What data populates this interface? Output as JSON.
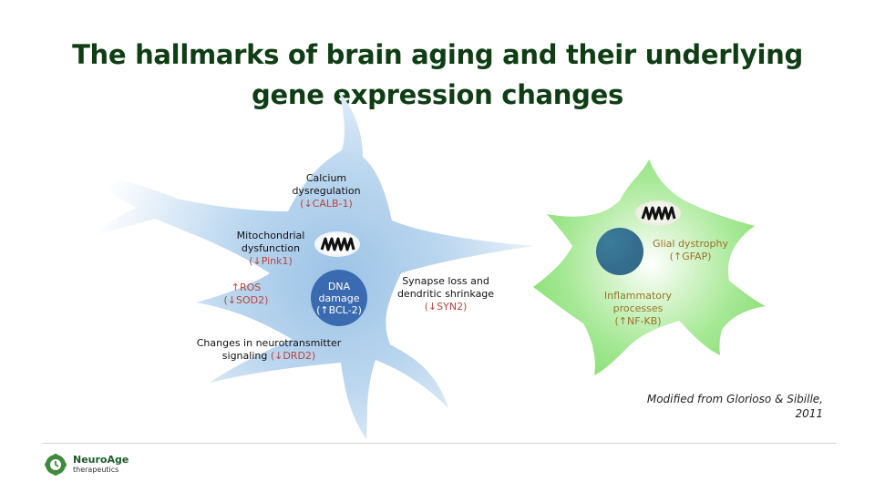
{
  "title": {
    "line1": "The hallmarks of brain aging and their underlying",
    "line2": "gene expression changes"
  },
  "neuron": {
    "calcium": {
      "line1": "Calcium",
      "line2": "dysregulation",
      "gene": "(↓CALB-1)"
    },
    "mito": {
      "line1": "Mitochondrial",
      "line2": "dysfunction",
      "gene": "(↓Pink1)"
    },
    "ros": {
      "gene1": "↑ROS",
      "gene2": "(↓SOD2)"
    },
    "dna": {
      "line1": "DNA",
      "line2": "damage",
      "line3": "(↑BCL-2)"
    },
    "synapse": {
      "line1": "Synapse loss and",
      "line2": "dendritic shrinkage",
      "gene": "(↓SYN2)"
    },
    "neurotransmitter": {
      "line1": "Changes in neurotransmitter",
      "line2": "signaling ",
      "gene": "(↓DRD2)"
    }
  },
  "glia": {
    "dystrophy": {
      "line1": "Glial dystrophy",
      "gene": "(↑GFAP)"
    },
    "inflammatory": {
      "line1": "Inflammatory",
      "line2": "processes",
      "gene": "(↑NF-KB)"
    }
  },
  "wave_icon": "mitochondrion-wave-icon",
  "credit": {
    "line1": "Modified from Glorioso & Sibille,",
    "line2": "2011"
  },
  "logo": {
    "name": "NeuroAge",
    "sub": "therapeutics",
    "icon": "brain-gear-icon"
  },
  "colors": {
    "title": "#0f3d14",
    "neuron": "#9cc3e6",
    "glia": "#88e075",
    "dna": "#3a6bb0",
    "gene_red": "#b5473c",
    "gene_gold": "#9a7428"
  }
}
